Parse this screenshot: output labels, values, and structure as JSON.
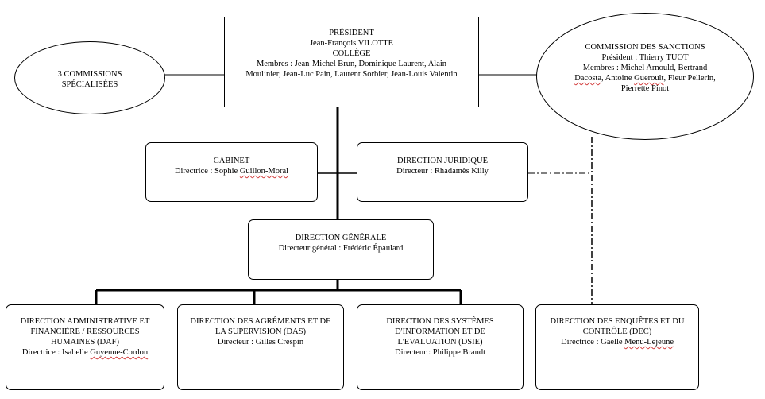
{
  "president": {
    "title": "PRÉSIDENT",
    "name": "Jean-François VILOTTE",
    "college_title": "COLLÈGE",
    "college_members": "Membres : Jean-Michel Brun, Dominique Laurent, Alain Moulinier, Jean-Luc Pain, Laurent Sorbier, Jean-Louis Valentin"
  },
  "commissions": {
    "label": "3 COMMISSIONS SPÉCIALISÉES"
  },
  "sanctions": {
    "title": "COMMISSION DES SANCTIONS",
    "president": "Président : Thierry TUOT",
    "members_prefix": "Membres : Michel Arnould, Bertrand",
    "members_underlined_1": "Dacosta",
    "members_middle": ", Antoine",
    "members_underlined_2": "Gueroult",
    "members_suffix": ", Fleur Pellerin, Pierrette Pinot"
  },
  "cabinet": {
    "title": "CABINET",
    "person_prefix": "Directrice : Sophie",
    "person_underlined": "Guillon-Moral"
  },
  "juridique": {
    "title": "DIRECTION JURIDIQUE",
    "person": "Directeur : Rhadamès Killy"
  },
  "generale": {
    "title": "DIRECTION GÉNÉRALE",
    "person": "Directeur général : Frédéric Épaulard"
  },
  "daf": {
    "title": "DIRECTION ADMINISTRATIVE ET FINANCIÈRE / RESSOURCES HUMAINES (DAF)",
    "person_prefix": "Directrice : Isabelle",
    "person_underlined": "Guyenne-Cordon"
  },
  "das": {
    "title": "DIRECTION DES AGRÉMENTS ET DE LA SUPERVISION (DAS)",
    "person": "Directeur : Gilles Crespin"
  },
  "dsie": {
    "title": "DIRECTION DES SYSTÈMES D'INFORMATION ET DE L'EVALUATION (DSIE)",
    "person": "Directeur : Philippe Brandt"
  },
  "dec": {
    "title": "DIRECTION DES ENQUÊTES ET DU CONTRÔLE (DEC)",
    "person_prefix": "Directrice : Gaëlle",
    "person_underlined": "Menu-Lejeune"
  }
}
